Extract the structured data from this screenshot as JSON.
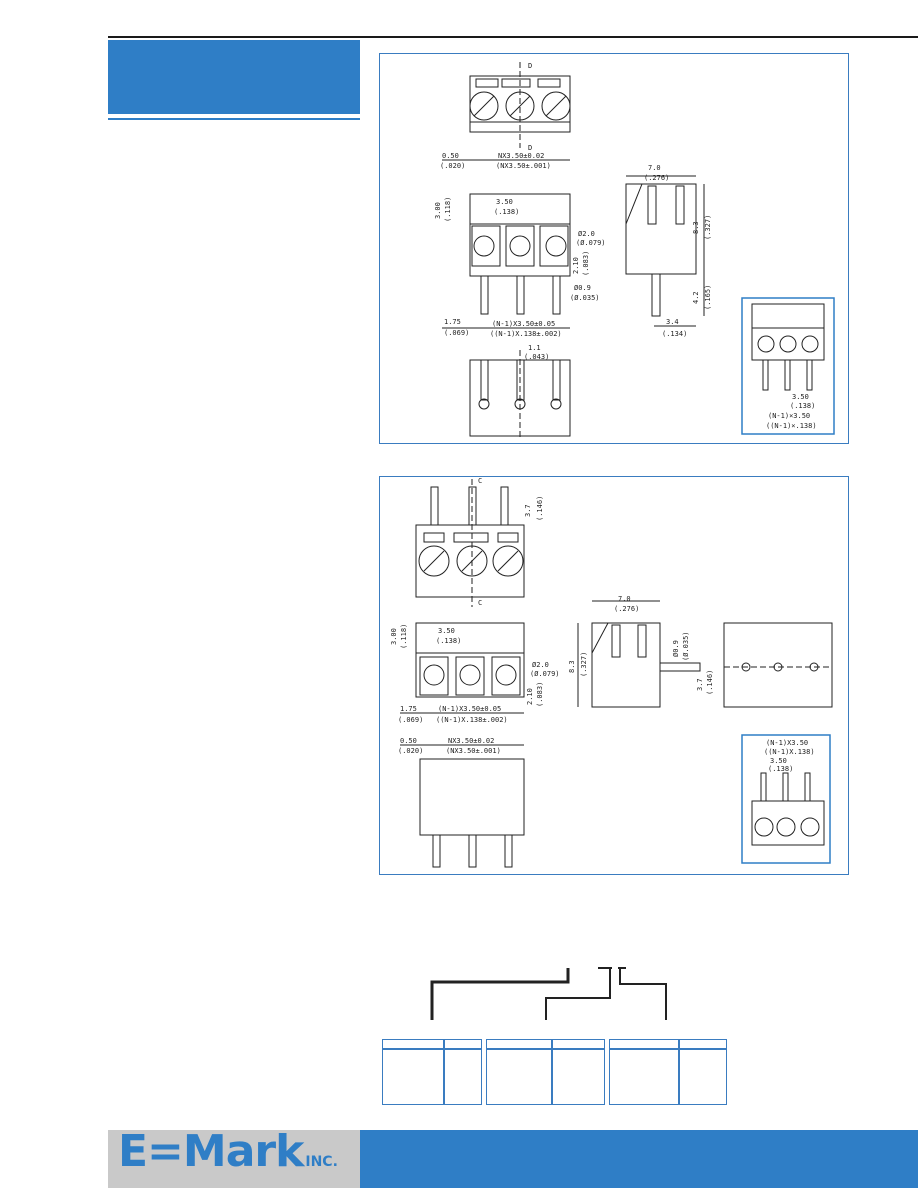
{
  "brand": {
    "name": "E=Mark",
    "suffix": "INC.",
    "color": "#2f7ec6"
  },
  "drawing1": {
    "section_d": "D",
    "pitch_n": "NX3.50±0.02",
    "pitch_n_in": "(NX3.50±.001)",
    "offset": "0.50",
    "offset_in": "(.020)",
    "height_top": "3.00",
    "height_top_in": "(.118)",
    "pitch": "3.50",
    "pitch_in": "(.138)",
    "hole": "Ø2.0",
    "hole_in": "(Ø.079)",
    "hole_depth": "2.10",
    "hole_depth_in": "(.083)",
    "pin": "Ø0.9",
    "pin_in": "(Ø.035)",
    "edge": "1.75",
    "edge_in": "(.069)",
    "pitch_n1": "(N-1)X3.50±0.05",
    "pitch_n1_in": "((N-1)X.138±.002)",
    "depth": "7.0",
    "depth_in": "(.276)",
    "body_h": "8.3",
    "body_h_in": "(.327)",
    "pin_len": "4.2",
    "pin_len_in": "(.165)",
    "pin_off": "3.4",
    "pin_off_in": "(.134)",
    "pin_space": "1.1",
    "pin_space_in": "(.043)",
    "inset_pitch": "3.50",
    "inset_pitch_in": "(.138)",
    "inset_n1": "(N-1)×3.50",
    "inset_n1_in": "((N-1)×.138)"
  },
  "drawing2": {
    "section_c": "C",
    "pin_up": "3.7",
    "pin_up_in": "(.146)",
    "height_top": "3.00",
    "height_top_in": "(.118)",
    "pitch": "3.50",
    "pitch_in": "(.138)",
    "hole": "Ø2.0",
    "hole_in": "(Ø.079)",
    "hole_depth": "2.10",
    "hole_depth_in": "(.083)",
    "edge": "1.75",
    "edge_in": "(.069)",
    "pitch_n1": "(N-1)X3.50±0.05",
    "pitch_n1_in": "((N-1)X.138±.002)",
    "depth": "7.0",
    "depth_in": "(.276)",
    "body_h": "8.3",
    "body_h_in": "(.327)",
    "pin": "Ø0.9",
    "pin_in": "(Ø.035)",
    "pin_len": "3.7",
    "pin_len_in": "(.146)",
    "offset": "0.50",
    "offset_in": "(.020)",
    "pitch_n": "NX3.50±0.02",
    "pitch_n_in": "(NX3.50±.001)",
    "inset_n1": "(N-1)X3.50",
    "inset_n1_in": "((N-1)X.138)",
    "inset_pitch": "3.50",
    "inset_pitch_in": "(.138)"
  }
}
